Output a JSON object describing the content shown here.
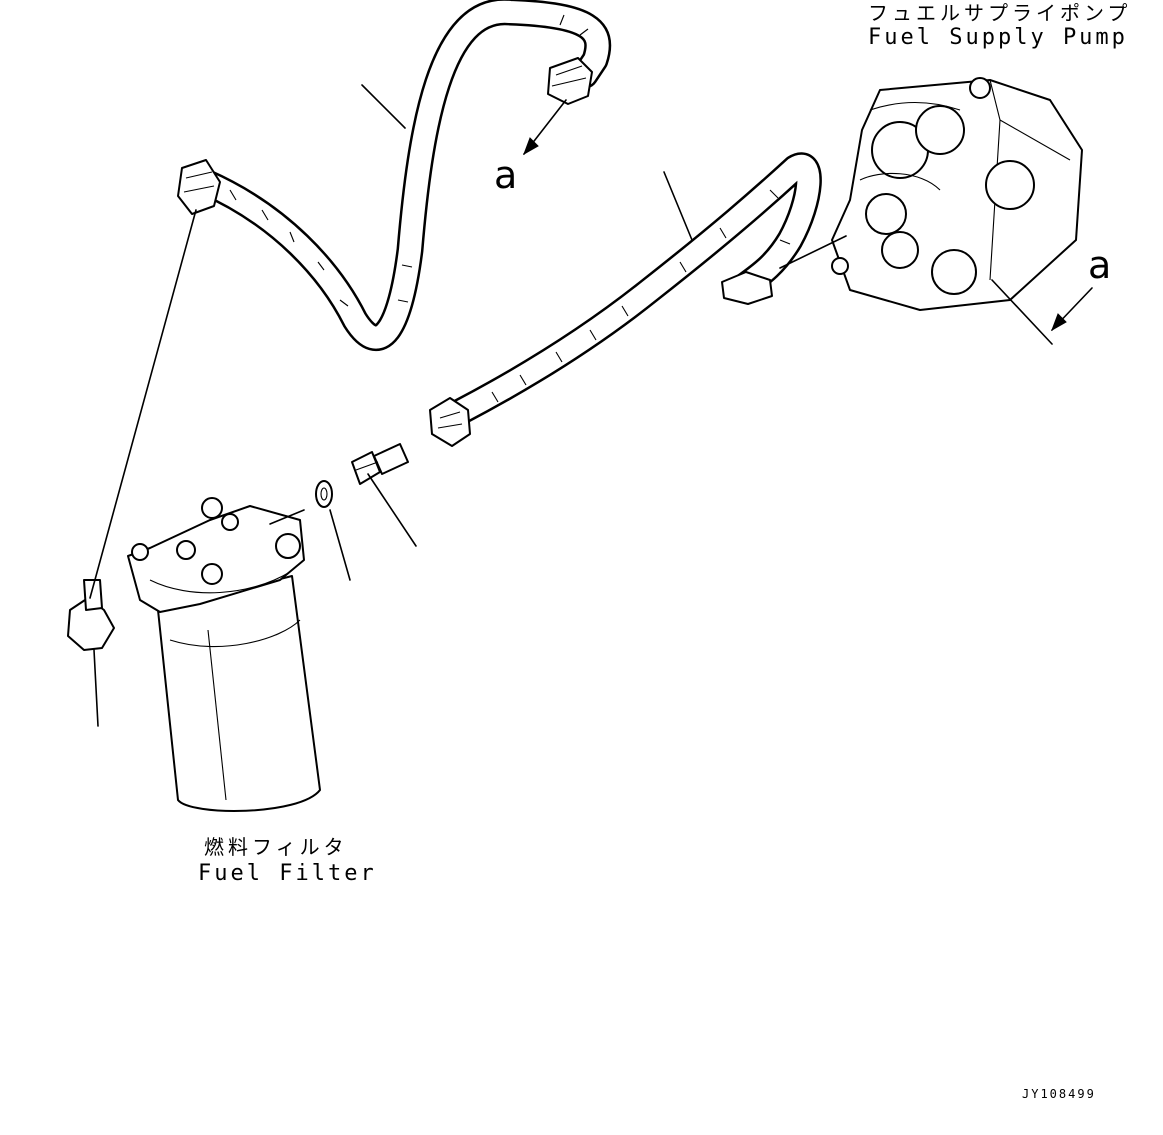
{
  "labels": {
    "fuel_supply_pump_jp": "フュエルサプライポンプ",
    "fuel_supply_pump_en": "Fuel Supply Pump",
    "fuel_filter_jp": "燃料フィルタ",
    "fuel_filter_en": "Fuel Filter",
    "callout_a_top": "a",
    "callout_a_right": "a",
    "drawing_number": "JY108499"
  },
  "colors": {
    "line": "#000000",
    "background": "#ffffff"
  }
}
